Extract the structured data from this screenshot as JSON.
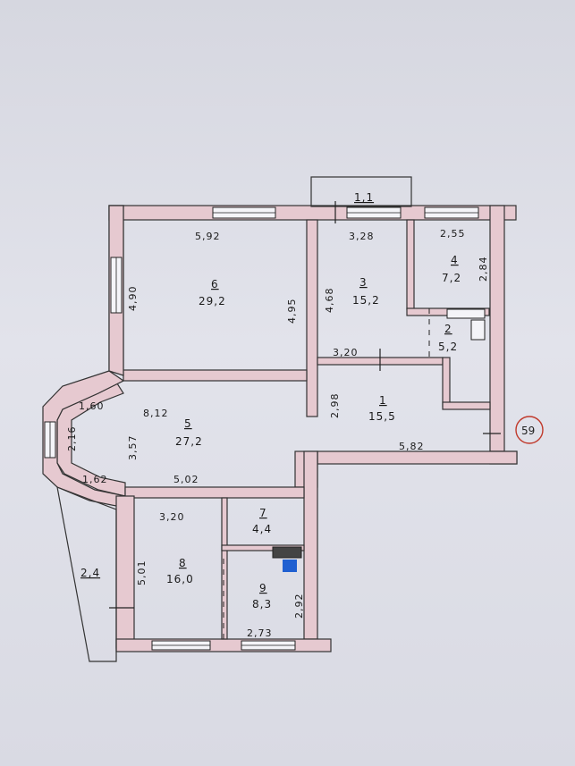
{
  "plan": {
    "rooms": [
      {
        "id": "1",
        "area": "15,5"
      },
      {
        "id": "2",
        "area": "5,2"
      },
      {
        "id": "3",
        "area": "15,2"
      },
      {
        "id": "4",
        "area": "7,2"
      },
      {
        "id": "5",
        "area": "27,2"
      },
      {
        "id": "6",
        "area": "29,2"
      },
      {
        "id": "7",
        "area": "4,4"
      },
      {
        "id": "8",
        "area": "16,0"
      },
      {
        "id": "9",
        "area": "8,3"
      },
      {
        "id": "balcony_top",
        "area": "1,1"
      },
      {
        "id": "loggia",
        "area": "2,4"
      }
    ],
    "dimensions": [
      "5,92",
      "4,90",
      "4,95",
      "3,28",
      "4,68",
      "2,55",
      "2,84",
      "3,20",
      "2,98",
      "5,82",
      "8,12",
      "1,60",
      "2,16",
      "3,57",
      "1,62",
      "5,02",
      "3,20",
      "5,01",
      "2,73",
      "2,92"
    ],
    "stamp_number": "59",
    "colors": {
      "wall_fill": "#e6c9d0",
      "wall_stroke": "#333333",
      "stamp": "#c0392b",
      "sanitary_icon": "#1f5fd1"
    }
  }
}
